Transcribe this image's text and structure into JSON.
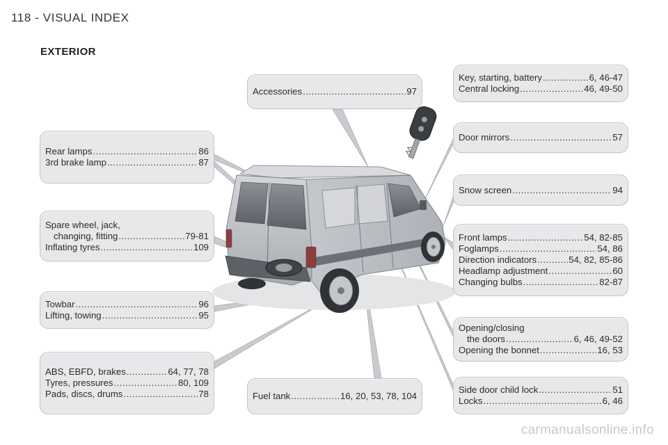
{
  "header": {
    "title": "118 - VISUAL INDEX"
  },
  "section": {
    "title": "EXTERIOR"
  },
  "boxes": {
    "rear_lamps": [
      {
        "label": "Rear lamps",
        "page": "86"
      },
      {
        "label": "3rd brake lamp",
        "page": "87"
      }
    ],
    "spare_wheel": {
      "line1": "Spare wheel, jack,",
      "row2": {
        "label": "changing, fitting",
        "page": "79-81"
      },
      "row3": {
        "label": "Inflating tyres",
        "page": "109"
      }
    },
    "towbar": [
      {
        "label": "Towbar",
        "page": "96"
      },
      {
        "label": "Lifting, towing",
        "page": "95"
      }
    ],
    "abs": [
      {
        "label": "ABS, EBFD, brakes",
        "page": "64, 77, 78"
      },
      {
        "label": "Tyres, pressures",
        "page": "80, 109"
      },
      {
        "label": "Pads, discs, drums",
        "page": "78"
      }
    ],
    "accessories": [
      {
        "label": "Accessories",
        "page": "97"
      }
    ],
    "fuel_tank": [
      {
        "label": "Fuel tank",
        "page": "16, 20, 53, 78, 104"
      }
    ],
    "key": [
      {
        "label": "Key, starting, battery",
        "page": "6, 46-47"
      },
      {
        "label": "Central locking",
        "page": "46, 49-50"
      }
    ],
    "door_mirrors": [
      {
        "label": "Door mirrors",
        "page": "57"
      }
    ],
    "snow_screen": [
      {
        "label": "Snow screen",
        "page": "94"
      }
    ],
    "front_lamps": [
      {
        "label": "Front lamps",
        "page": "54, 82-85"
      },
      {
        "label": "Foglamps",
        "page": "54, 86"
      },
      {
        "label": "Direction indicators",
        "page": "54, 82, 85-86"
      },
      {
        "label": "Headlamp adjustment",
        "page": "60"
      },
      {
        "label": "Changing bulbs",
        "page": "82-87"
      }
    ],
    "opening": {
      "line1": "Opening/closing",
      "row2": {
        "label": "the doors",
        "page": "6, 46, 49-52"
      },
      "row3": {
        "label": "Opening the bonnet",
        "page": "16, 53"
      }
    },
    "side_door": [
      {
        "label": "Side door child lock",
        "page": "51"
      },
      {
        "label": "Locks",
        "page": "6, 46"
      }
    ]
  },
  "watermark": "carmanualsonline.info",
  "colors": {
    "box_fill": "#e7e8ea",
    "box_border": "#c2c4c8",
    "van_body": "#b9bcc2",
    "leader_line": "#a9acb1"
  }
}
